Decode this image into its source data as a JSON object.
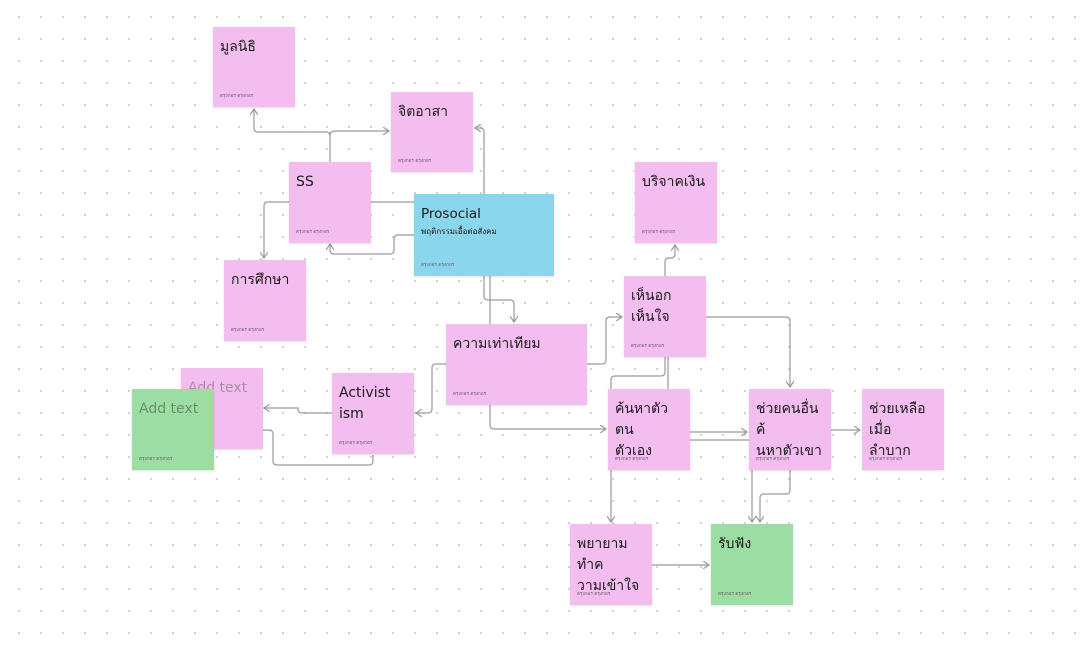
{
  "colors": {
    "pink": "#f3bdf0",
    "blue": "#8ad6ec",
    "green": "#9cdda3",
    "connector": "#9a9a9a"
  },
  "notes": {
    "mulaniti": {
      "text": "มูลนิธิ",
      "author": "ตรุงกอร ตรุงกอร"
    },
    "jitasa": {
      "text": "จิตอาสา",
      "author": "ตรุงกอร ตรุงกอร"
    },
    "ss": {
      "text": "SS",
      "author": "ตรุงกอร ตรุงกอร"
    },
    "prosocial": {
      "text": "Prosocial",
      "subtitle": "พฤติกรรมเอื้อต่อสังคม",
      "author": "ตรุงกอร ตรุงกอร"
    },
    "education": {
      "text": "การศึกษา",
      "author": "ตรุงกอร ตรุงกอร"
    },
    "donate": {
      "text": "บริจาคเงิน",
      "author": "ตรุงกอร ตรุงกอร"
    },
    "empathy": {
      "text": "เห็นอกเห็นใจ",
      "author": "ตรุงกอร ตรุงกอร"
    },
    "equality": {
      "text": "ความเท่าเทียม",
      "author": "ตรุงกอร ตรุงกอร"
    },
    "addtext_back": {
      "text": "Add text",
      "author": ""
    },
    "addtext_front": {
      "text": "Add text",
      "author": "ตรุงกอร ตรุงกอร"
    },
    "activist": {
      "text": "Activist\nism",
      "author": "ตรุงกอร ตรุงกอร"
    },
    "selfsearch": {
      "text": "ค้นหาตัวตน\nตัวเอง",
      "author": "ตรุงกอร ตรุงกอร"
    },
    "helpfind": {
      "text": "ช่วยคนอื่นค้\nนหาตัวเขา",
      "author": "ตรุงกอร ตรุงกอร"
    },
    "helphard": {
      "text": "ช่วยเหลือเมื่อ\nลำบาก",
      "author": "ตรุงกอร ตรุงกอร"
    },
    "understand": {
      "text": "พยายามทำค\nวามเข้าใจ",
      "author": "ตรุงกอร ตรุงกอร"
    },
    "listen": {
      "text": "รับฟัง",
      "author": "ตรุงกอร ตรุงกอร"
    }
  }
}
